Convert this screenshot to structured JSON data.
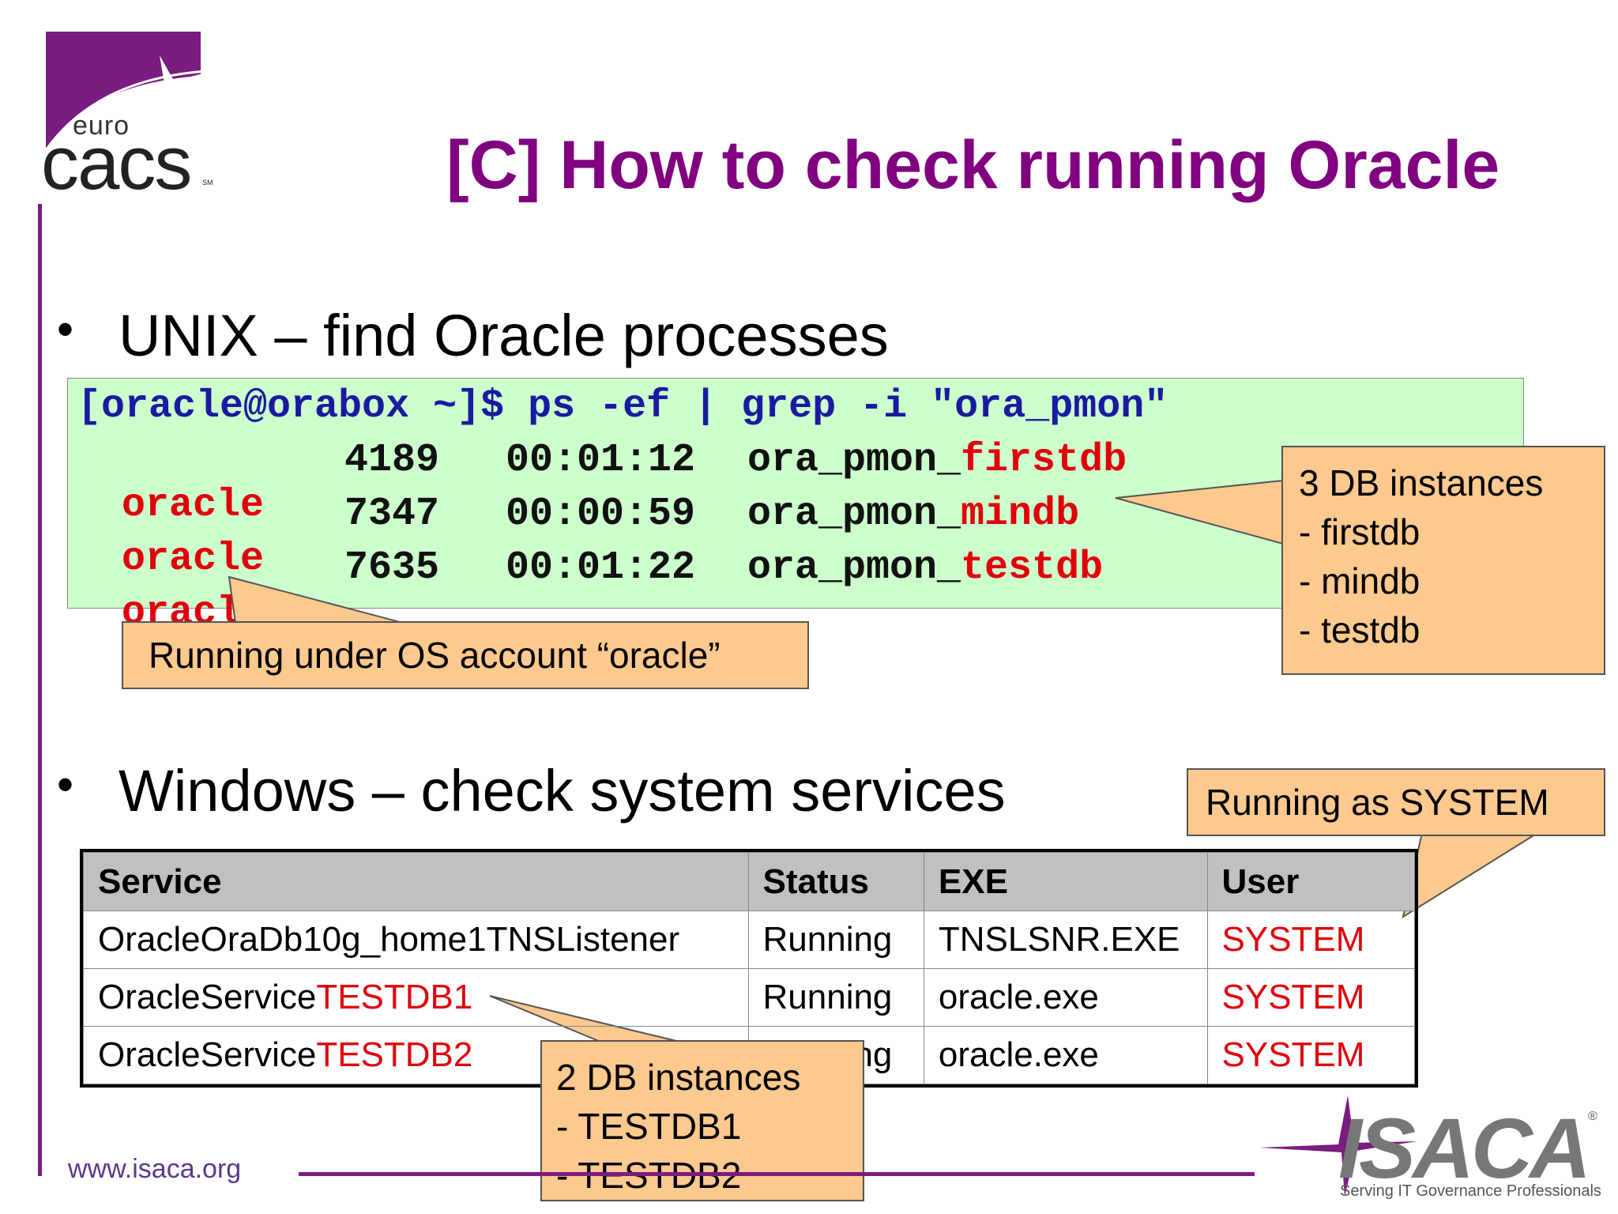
{
  "logo": {
    "top": "euro",
    "main": "cacs",
    "mark": "SM"
  },
  "title": "[C] How to check running Oracle",
  "section_unix": {
    "bullet": "•",
    "heading": "UNIX – find Oracle processes"
  },
  "terminal": {
    "prompt": "[oracle@orabox ~]$ ps -ef | grep -i \"ora_pmon\"",
    "rows": [
      {
        "user": "oracle",
        "pid": "4189",
        "time": "00:01:12",
        "proc": "ora_pmon_",
        "db": "firstdb"
      },
      {
        "user": "oracle",
        "pid": "7347",
        "time": "00:00:59",
        "proc": "ora_pmon_",
        "db": "mindb"
      },
      {
        "user": "oracle",
        "pid": "7635",
        "time": "00:01:22",
        "proc": "ora_pmon_",
        "db": "testdb"
      }
    ]
  },
  "callouts": {
    "unix_instances": "3 DB instances\n- firstdb\n- mindb\n- testdb",
    "os_account": "Running under OS account “oracle”",
    "system": "Running as SYSTEM",
    "win_instances": "2 DB instances\n- TESTDB1\n- TESTDB2"
  },
  "section_windows": {
    "bullet": "•",
    "heading": "Windows – check system services"
  },
  "services_table": {
    "headers": [
      "Service",
      "Status",
      "EXE",
      "User"
    ],
    "rows": [
      {
        "service_prefix": "OracleOraDb10g_home1TNSListener",
        "service_suffix": "",
        "status": "Running",
        "exe": "TNSLSNR.EXE",
        "user": "SYSTEM"
      },
      {
        "service_prefix": "OracleService",
        "service_suffix": "TESTDB1",
        "status": "Running",
        "exe": "oracle.exe",
        "user": "SYSTEM"
      },
      {
        "service_prefix": "OracleService",
        "service_suffix": "TESTDB2",
        "status": "Running",
        "exe": "oracle.exe",
        "user": "SYSTEM"
      }
    ]
  },
  "footer": {
    "url": "www.isaca.org",
    "brand": "ISACA",
    "brand_mark": "®",
    "tagline": "Serving IT Governance Professionals"
  },
  "colors": {
    "title_purple": "#800080",
    "terminal_bg": "#ccffcc",
    "callout_bg": "#fcc98f",
    "highlight_red": "#e0000c",
    "command_blue": "#1a1aa0"
  }
}
